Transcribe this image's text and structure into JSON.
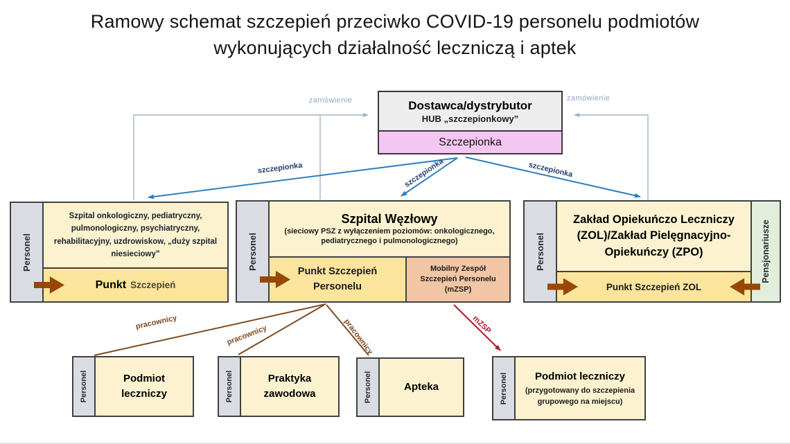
{
  "title": {
    "line1": "Ramowy schemat szczepień przeciwko COVID-19 personelu podmiotów",
    "line2": "wykonujących działalność leczniczą i aptek"
  },
  "hub": {
    "title": "Dostawca/dystrybutor",
    "subtitle": "HUB „szczepionkowy”",
    "vaccine_label": "Szczepionka"
  },
  "edges": {
    "zamowienie_left": "zamówienie",
    "zamowienie_right": "zamówienie",
    "szczepionka_left": "szczepionka",
    "szczepionka_middle": "szczepionka",
    "szczepionka_right": "szczepionka",
    "pracownicy_left": "pracownicy",
    "pracownicy_middle": "pracownicy",
    "pracownicy_right": "pracownicy",
    "mzsp": "mZSP"
  },
  "nodes": {
    "specialist_hospital": {
      "side": "Personel",
      "body": "Szpital onkologiczny, pediatryczny, pulmonologiczny, psychiatryczny, rehabilitacyjny, uzdrowiskow, „duży szpital niesieciowy”",
      "point_word": "Punkt",
      "point_rest": "Szczepień"
    },
    "hub_hospital": {
      "side": "Personel",
      "title": "Szpital Węzłowy",
      "subtitle": "(sieciowy PSZ z wyłączeniem poziomów: onkologicznego, pediatrycznego i pulmonologicznego)",
      "point": "Punkt Szczepień Personelu",
      "mobile_team": "Mobilny Zespół Szczepień Personelu (mZSP)"
    },
    "zol": {
      "side_left": "Personel",
      "side_right": "Pensjonariusze",
      "title": "Zakład Opiekuńczo Leczniczy (ZOL)/Zakład Pielęgnacyjno-Opiekuńczy (ZPO)",
      "point": "Punkt Szczepień ZOL"
    }
  },
  "bottom": {
    "items": [
      {
        "side": "Personel",
        "label": "Podmiot leczniczy"
      },
      {
        "side": "Personel",
        "label": "Praktyka zawodowa"
      },
      {
        "side": "Personel",
        "label": "Apteka"
      },
      {
        "side": "Personel",
        "label": "Podmiot leczniczy",
        "sublabel": "(przygotowany do szczepienia grupowego na miejscu)"
      }
    ]
  },
  "colors": {
    "edge-gray": "#9FB4C7",
    "edge-blue": "#2E7FBE",
    "edge-brown": "#7C4A21",
    "edge-red": "#B4172B",
    "label-zamowienie": "#8FA8C4",
    "label-szczepionka": "#1F3E6E",
    "hub-gray": "#EDEDED",
    "vaccine-pink": "#F5C6F1",
    "sidebar-gray": "#D9DDE3",
    "sidebar-green": "#E2EEDB",
    "band-yellow": "#FBE49B",
    "mobile-salmon": "#F2C6A4",
    "block-arrow": "#974706"
  }
}
